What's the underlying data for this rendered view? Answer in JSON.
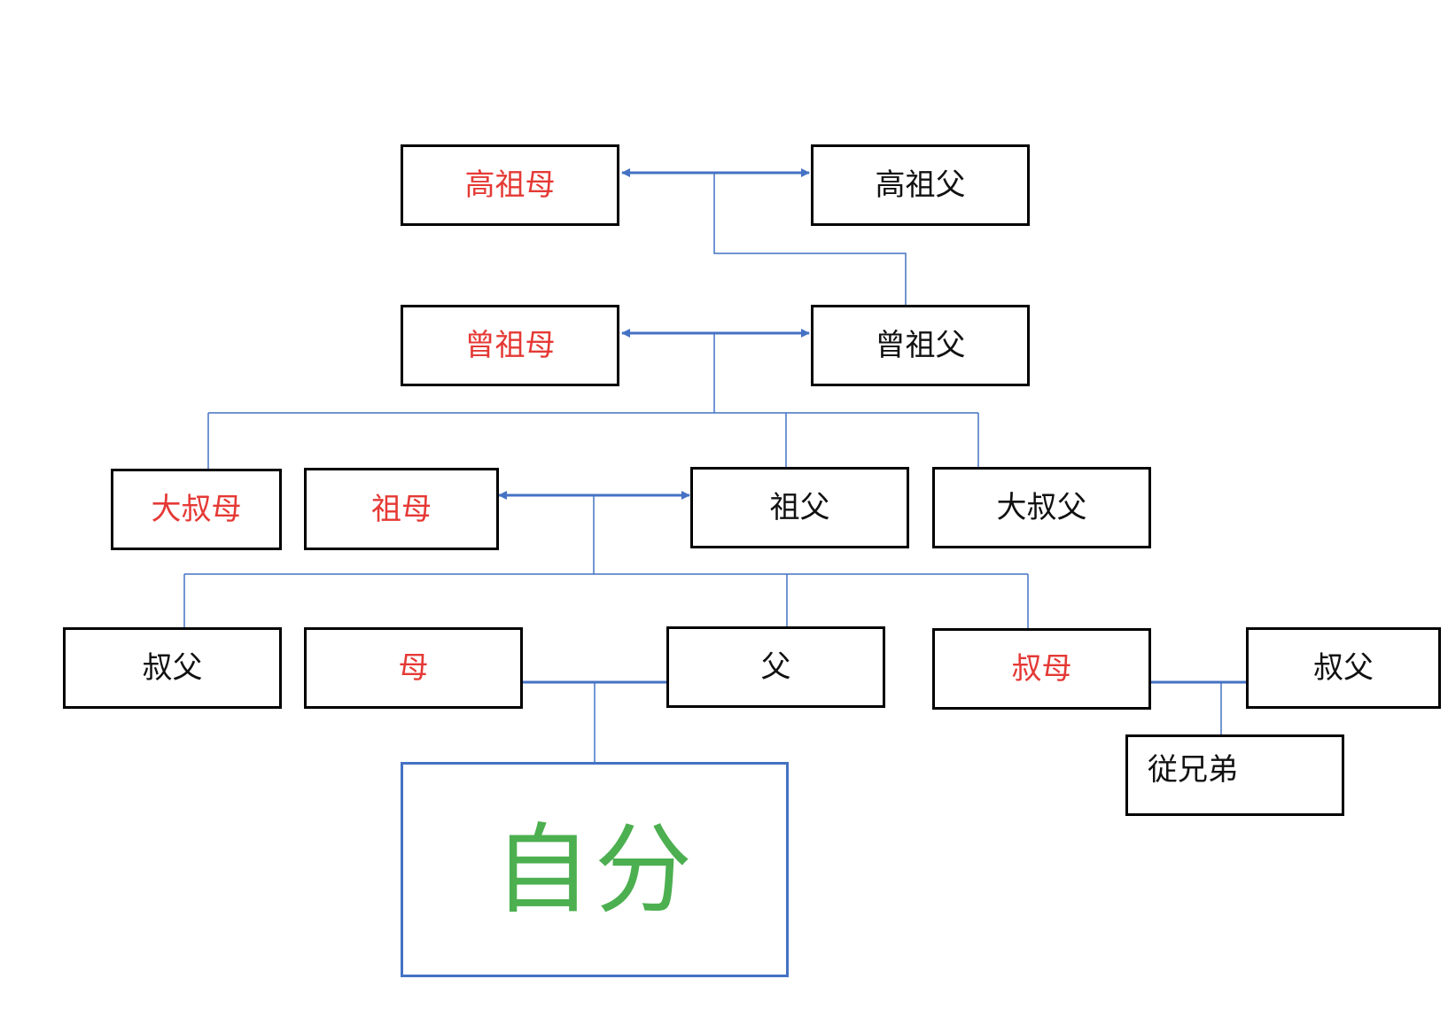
{
  "diagram": {
    "colors": {
      "female_text": "#e53935",
      "male_text": "#111111",
      "self_text": "#4caf50",
      "connector": "#4472c4",
      "box_border": "#000000"
    },
    "nodes": {
      "great_great_grandmother": "高祖母",
      "great_great_grandfather": "高祖父",
      "great_grandmother": "曾祖母",
      "great_grandfather": "曾祖父",
      "granduncle_wife": "大叔母",
      "grandmother": "祖母",
      "grandfather": "祖父",
      "granduncle": "大叔父",
      "uncle_left": "叔父",
      "mother": "母",
      "father": "父",
      "aunt": "叔母",
      "uncle_right": "叔父",
      "cousin": "従兄弟",
      "self": "自分"
    }
  }
}
